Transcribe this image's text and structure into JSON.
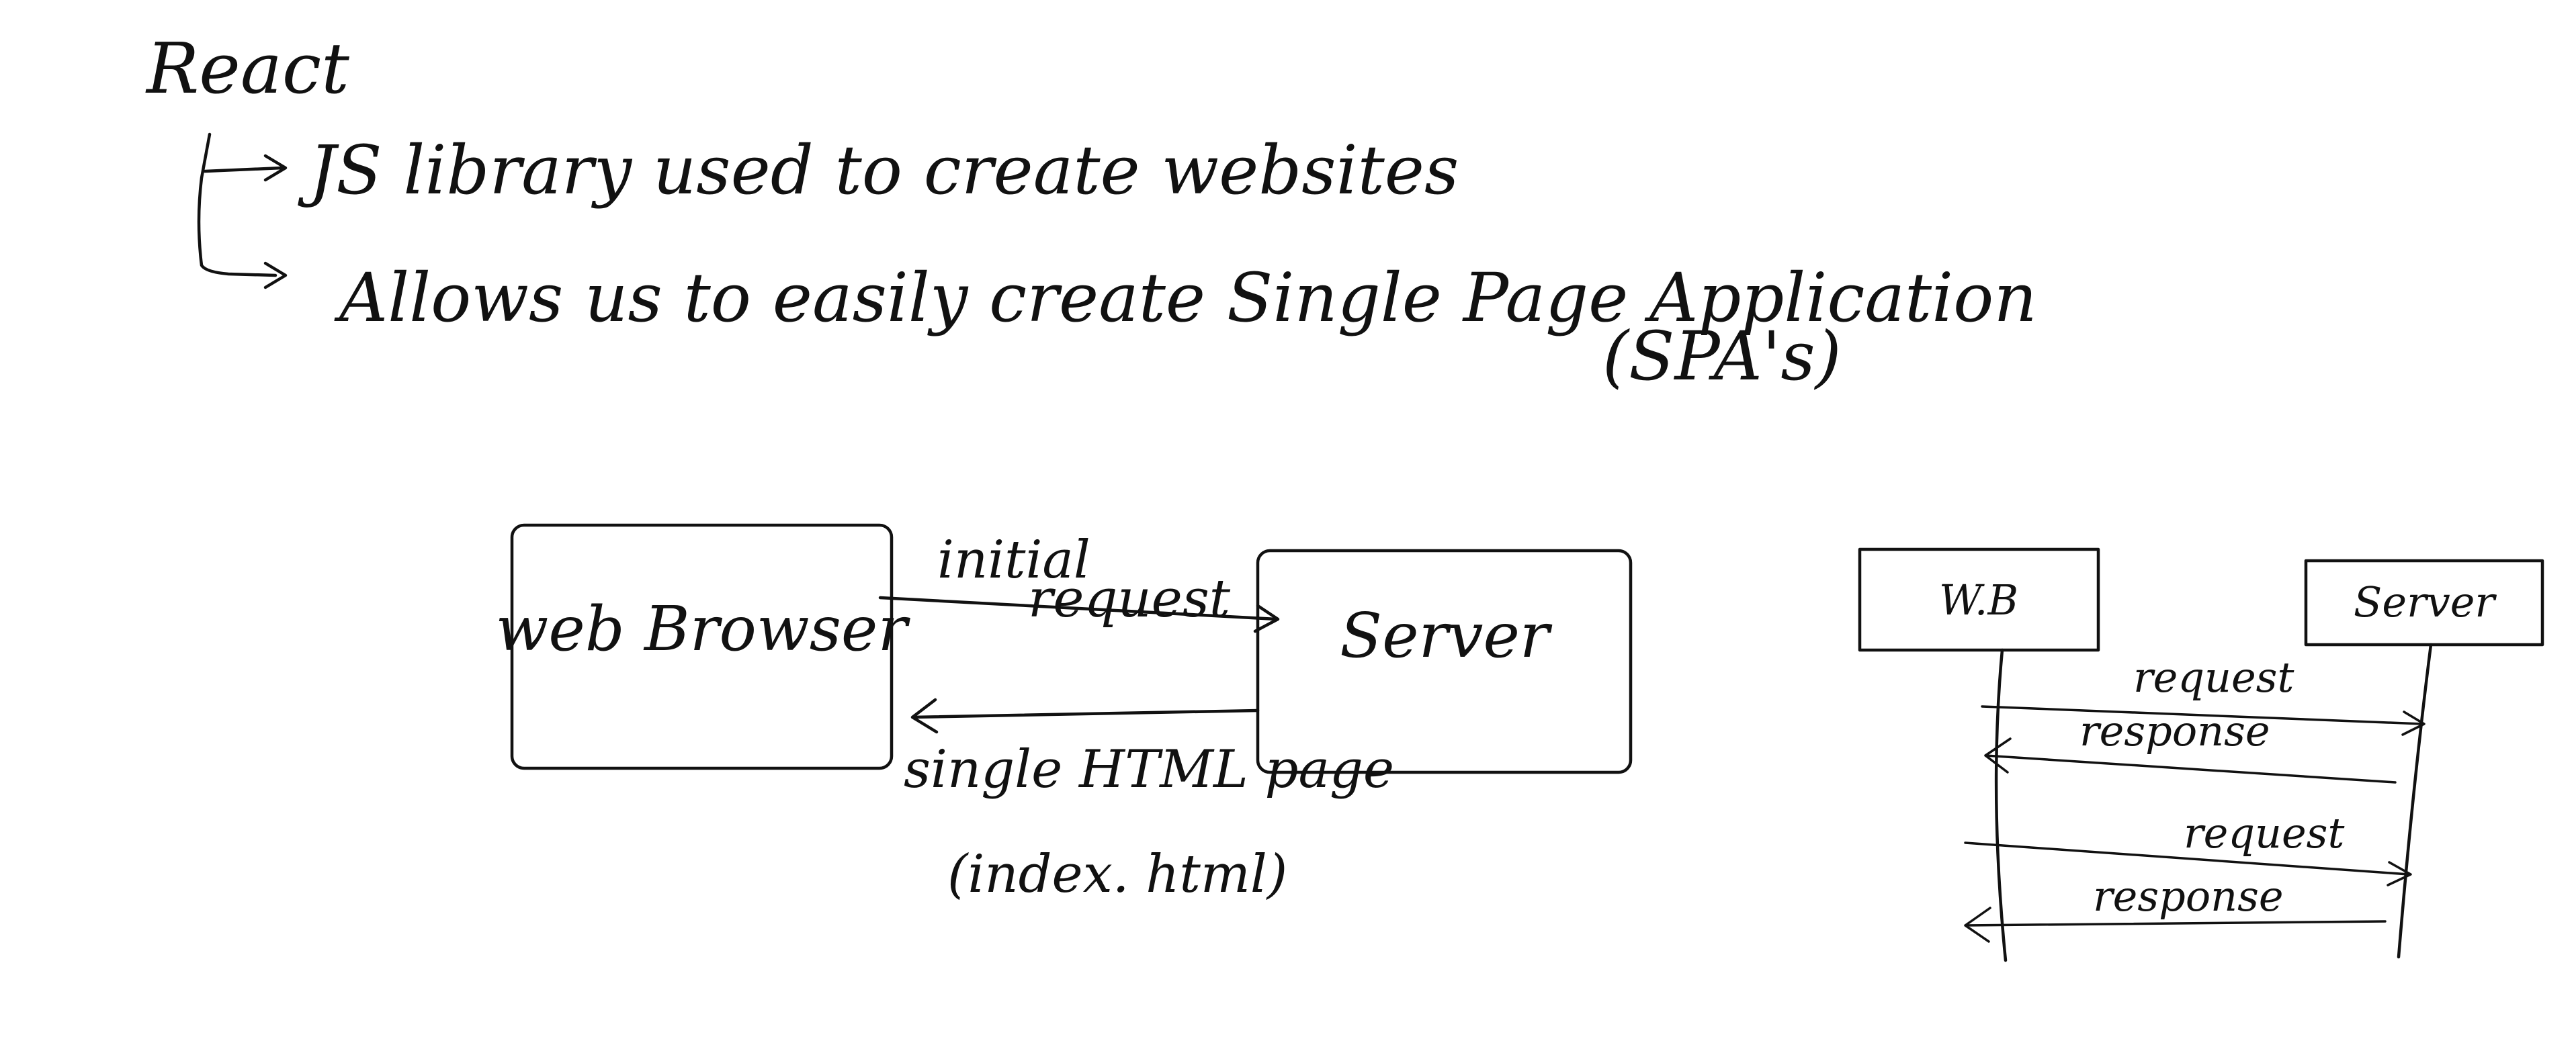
{
  "notes": {
    "title": "React",
    "line1": "JS library used to create websites",
    "line2": "Allows us to easily create Single Page Application",
    "line3": "(SPA's)"
  },
  "flow_diagram": {
    "browser_label": "web Browser",
    "server_label": "Server",
    "request_label_top": "initial",
    "request_label_bottom": "request",
    "response_label_top": "single HTML page",
    "response_label_bottom": "(index. html)"
  },
  "sequence_diagram": {
    "left_actor": "W.B",
    "right_actor": "Server",
    "messages": [
      {
        "label": "request",
        "direction": "to-server"
      },
      {
        "label": "response",
        "direction": "to-browser"
      },
      {
        "label": "request",
        "direction": "to-server"
      },
      {
        "label": "response",
        "direction": "to-browser"
      }
    ]
  },
  "colors": {
    "ink": "#111111",
    "background": "#ffffff"
  }
}
